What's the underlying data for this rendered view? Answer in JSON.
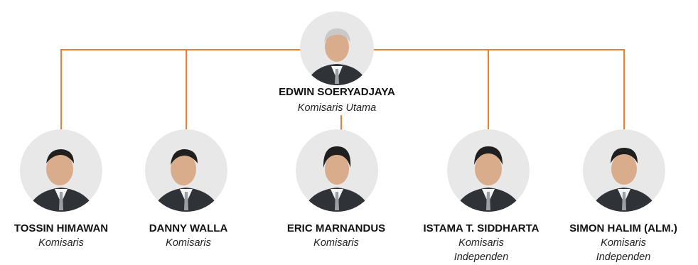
{
  "accent_color": "#ef7d2d",
  "chair": {
    "name": "EDWIN SOERYADJAYA",
    "role": "Komisaris Utama",
    "portrait": "person-portrait-gray-hair"
  },
  "members": [
    {
      "name": "TOSSIN HIMAWAN",
      "role_line1": "Komisaris",
      "role_line2": "",
      "portrait": "person-portrait-laughing"
    },
    {
      "name": "DANNY WALLA",
      "role_line1": "Komisaris",
      "role_line2": "",
      "portrait": "person-portrait-smiling"
    },
    {
      "name": "ERIC MARNANDUS",
      "role_line1": "Komisaris",
      "role_line2": "",
      "portrait": "person-portrait-young"
    },
    {
      "name": "ISTAMA T. SIDDHARTA",
      "role_line1": "Komisaris",
      "role_line2": "Independen",
      "portrait": "person-portrait-smiling"
    },
    {
      "name": "SIMON HALIM (ALM.)",
      "role_line1": "Komisaris",
      "role_line2": "Independen",
      "portrait": "person-portrait-smiling"
    }
  ]
}
